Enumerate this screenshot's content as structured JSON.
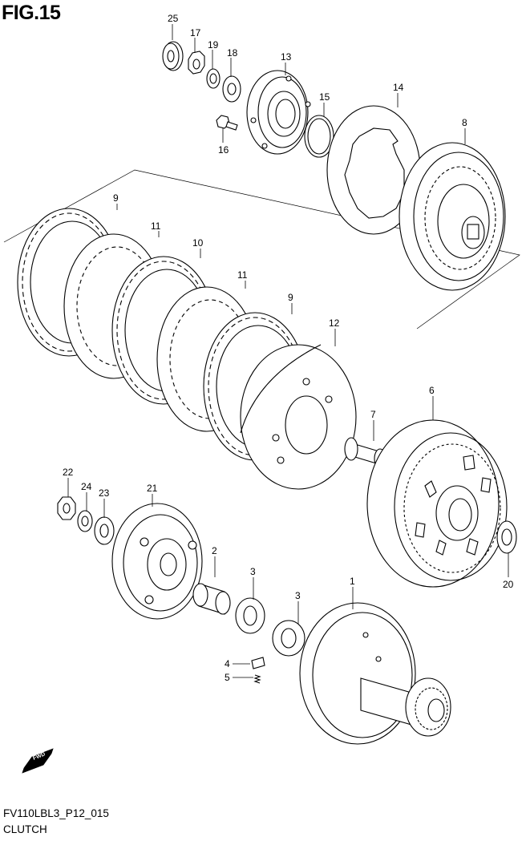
{
  "figure_title": "FIG.15",
  "drawing_code": "FV110LBL3_P12_015",
  "caption": "CLUTCH",
  "fwd_label": "FWD",
  "callouts": [
    "25",
    "17",
    "19",
    "18",
    "13",
    "16",
    "15",
    "14",
    "8",
    "9",
    "11",
    "10",
    "11",
    "9",
    "12",
    "7",
    "6",
    "22",
    "24",
    "23",
    "21",
    "2",
    "3",
    "3",
    "4",
    "5",
    "1",
    "20"
  ]
}
